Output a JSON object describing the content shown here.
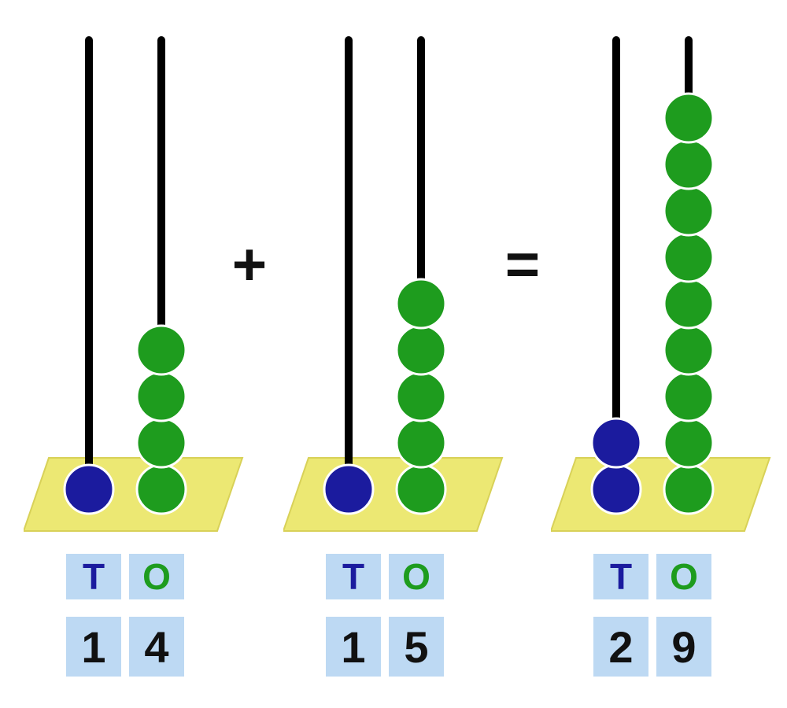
{
  "equation": {
    "operators": [
      "+",
      "="
    ]
  },
  "colors": {
    "tens_bead": "#1b1b9e",
    "ones_bead": "#1e9c1e",
    "rod": "#000000",
    "base": "#ece873",
    "base_edge": "#d8d158",
    "cell_bg": "#bdd9f3",
    "digit": "#111111",
    "operator": "#111111"
  },
  "abacuses": [
    {
      "name": "addend-1",
      "tens": 1,
      "ones": 4,
      "tens_label": "T",
      "ones_label": "O",
      "tens_digit": "1",
      "ones_digit": "4"
    },
    {
      "name": "addend-2",
      "tens": 1,
      "ones": 5,
      "tens_label": "T",
      "ones_label": "O",
      "tens_digit": "1",
      "ones_digit": "5"
    },
    {
      "name": "sum",
      "tens": 2,
      "ones": 9,
      "tens_label": "T",
      "ones_label": "O",
      "tens_digit": "2",
      "ones_digit": "9"
    }
  ]
}
